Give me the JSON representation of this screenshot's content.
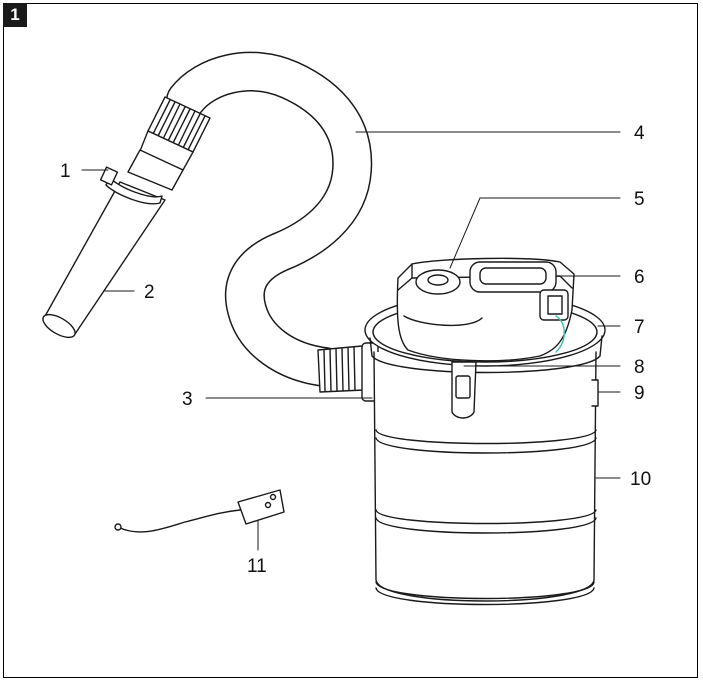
{
  "figure": {
    "number": "1"
  },
  "callouts": [
    {
      "id": "1",
      "text": "1"
    },
    {
      "id": "2",
      "text": "2"
    },
    {
      "id": "3",
      "text": "3"
    },
    {
      "id": "4",
      "text": "4"
    },
    {
      "id": "5",
      "text": "5"
    },
    {
      "id": "6",
      "text": "6"
    },
    {
      "id": "7",
      "text": "7"
    },
    {
      "id": "8",
      "text": "8"
    },
    {
      "id": "9",
      "text": "9"
    },
    {
      "id": "10",
      "text": "10"
    },
    {
      "id": "11",
      "text": "11"
    }
  ],
  "colors": {
    "line": "#1a1a1a",
    "fill": "#ffffff",
    "accent": "#3fbfa8"
  }
}
